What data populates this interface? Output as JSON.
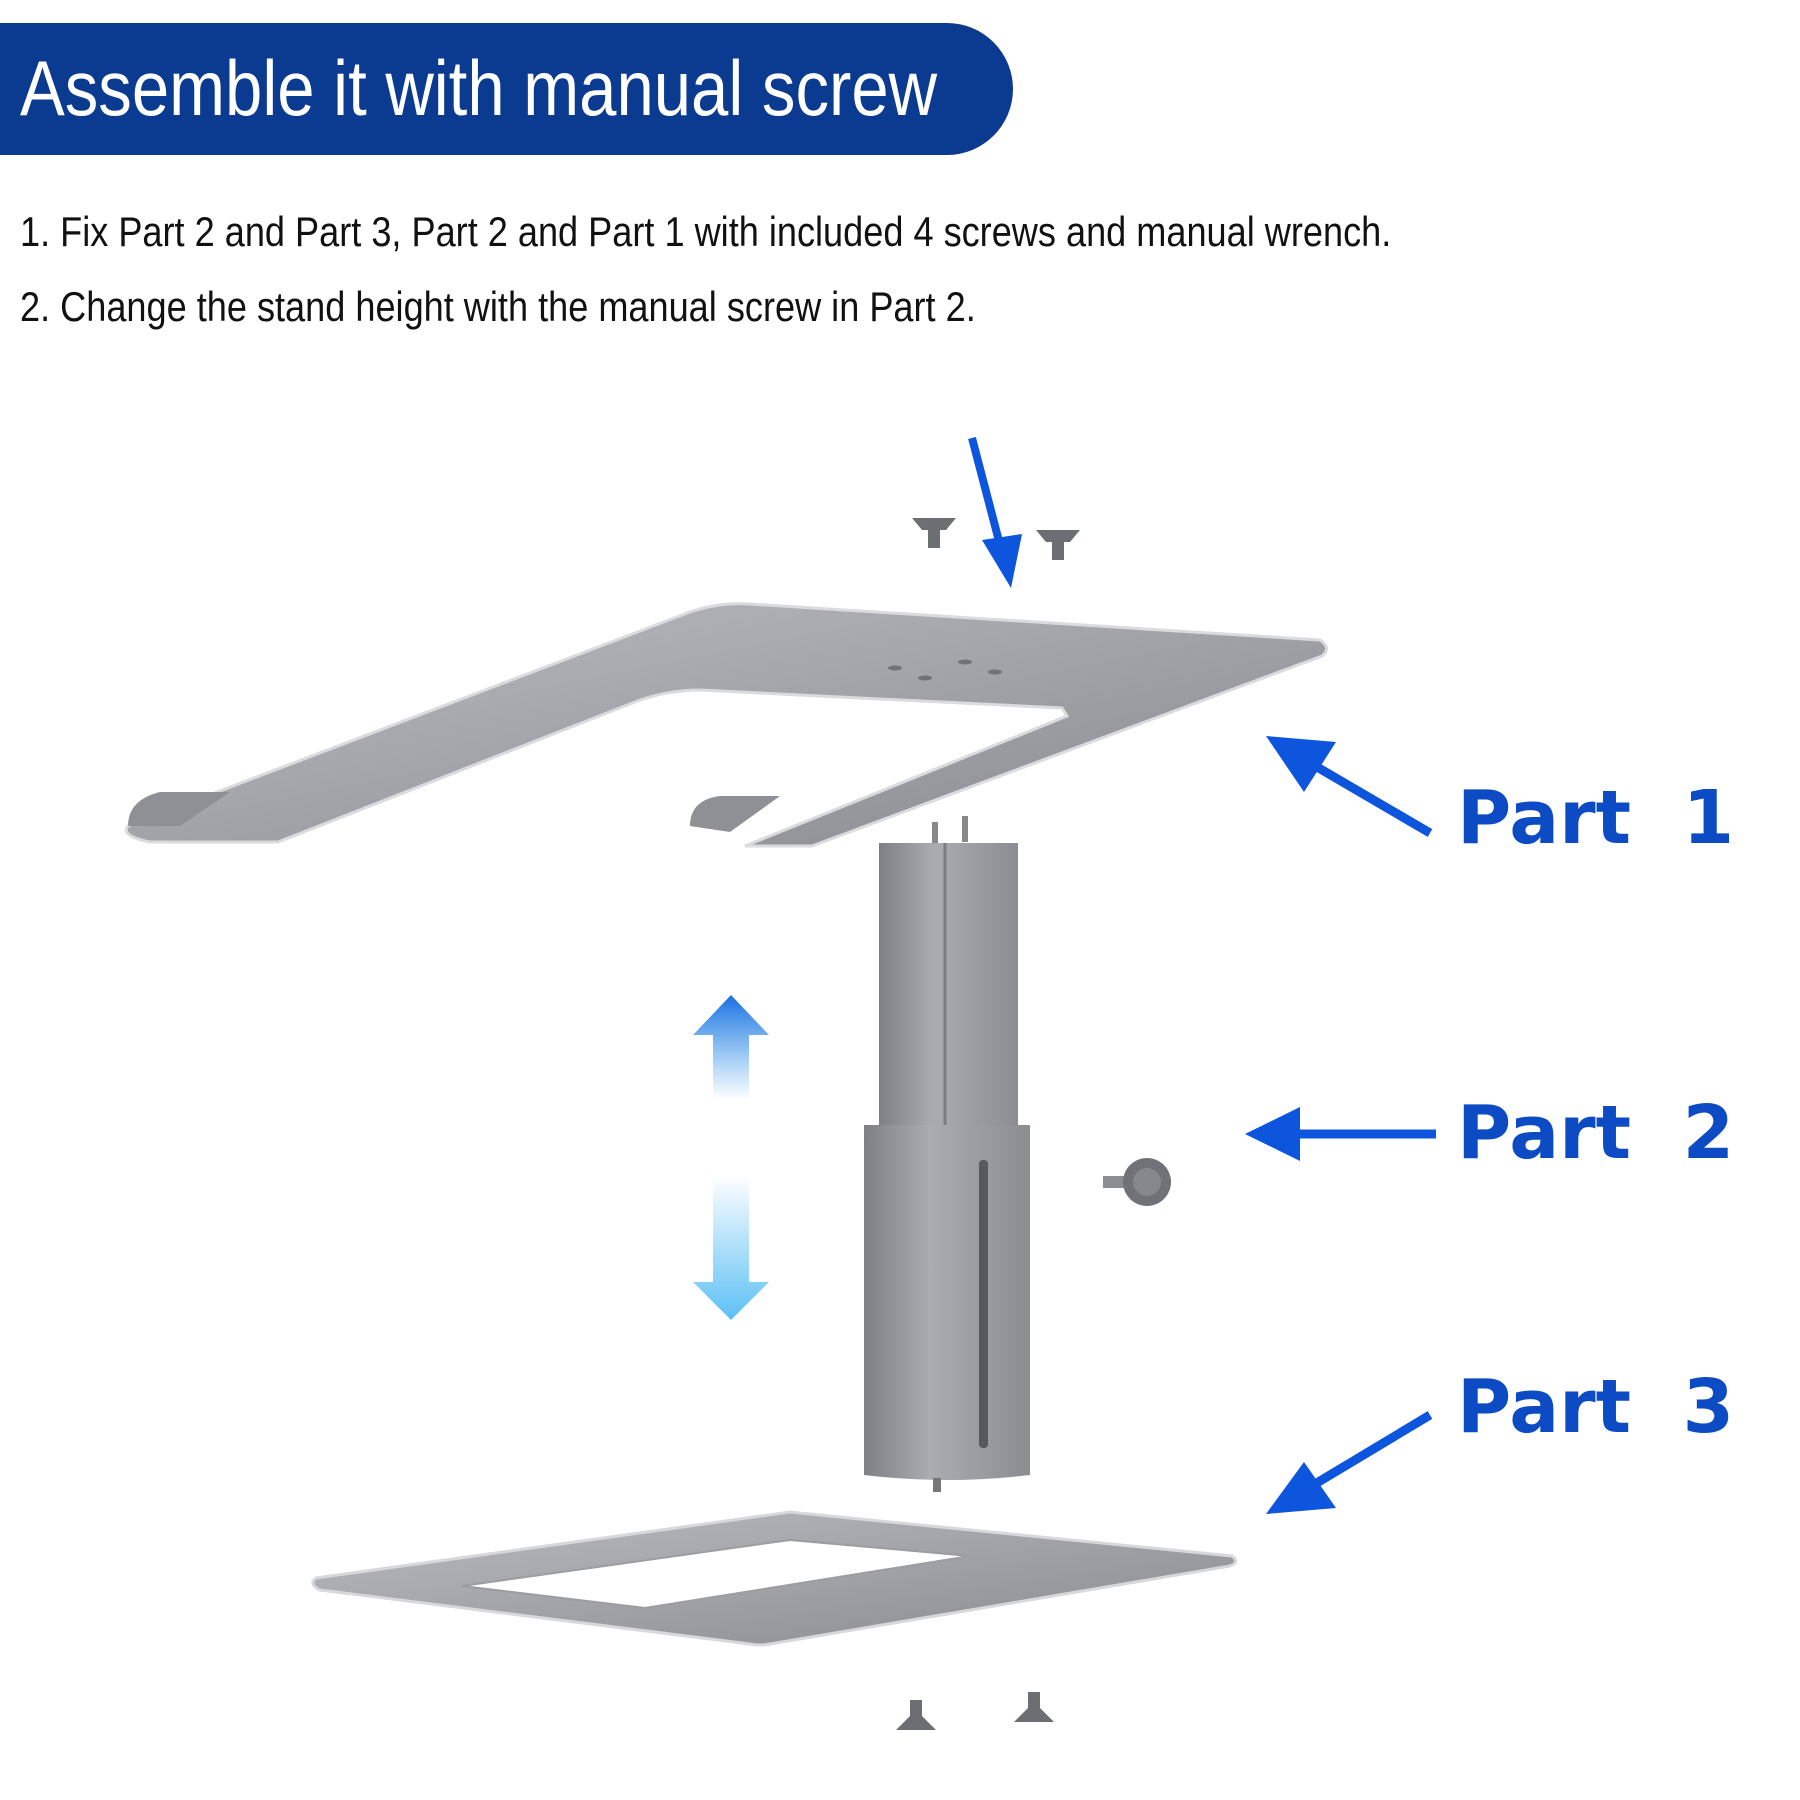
{
  "header": {
    "title": "Assemble it with manual screw"
  },
  "instructions": [
    "1. Fix Part 2 and Part 3, Part 2 and Part 1 with included 4 screws and manual wrench.",
    "2. Change the stand height with the manual screw in Part 2."
  ],
  "parts": [
    {
      "label": "Part  1"
    },
    {
      "label": "Part  2"
    },
    {
      "label": "Part  3"
    }
  ],
  "colors": {
    "banner": "#0b3a91",
    "accent": "#0d4bc4",
    "metal": "#9a9da2"
  }
}
